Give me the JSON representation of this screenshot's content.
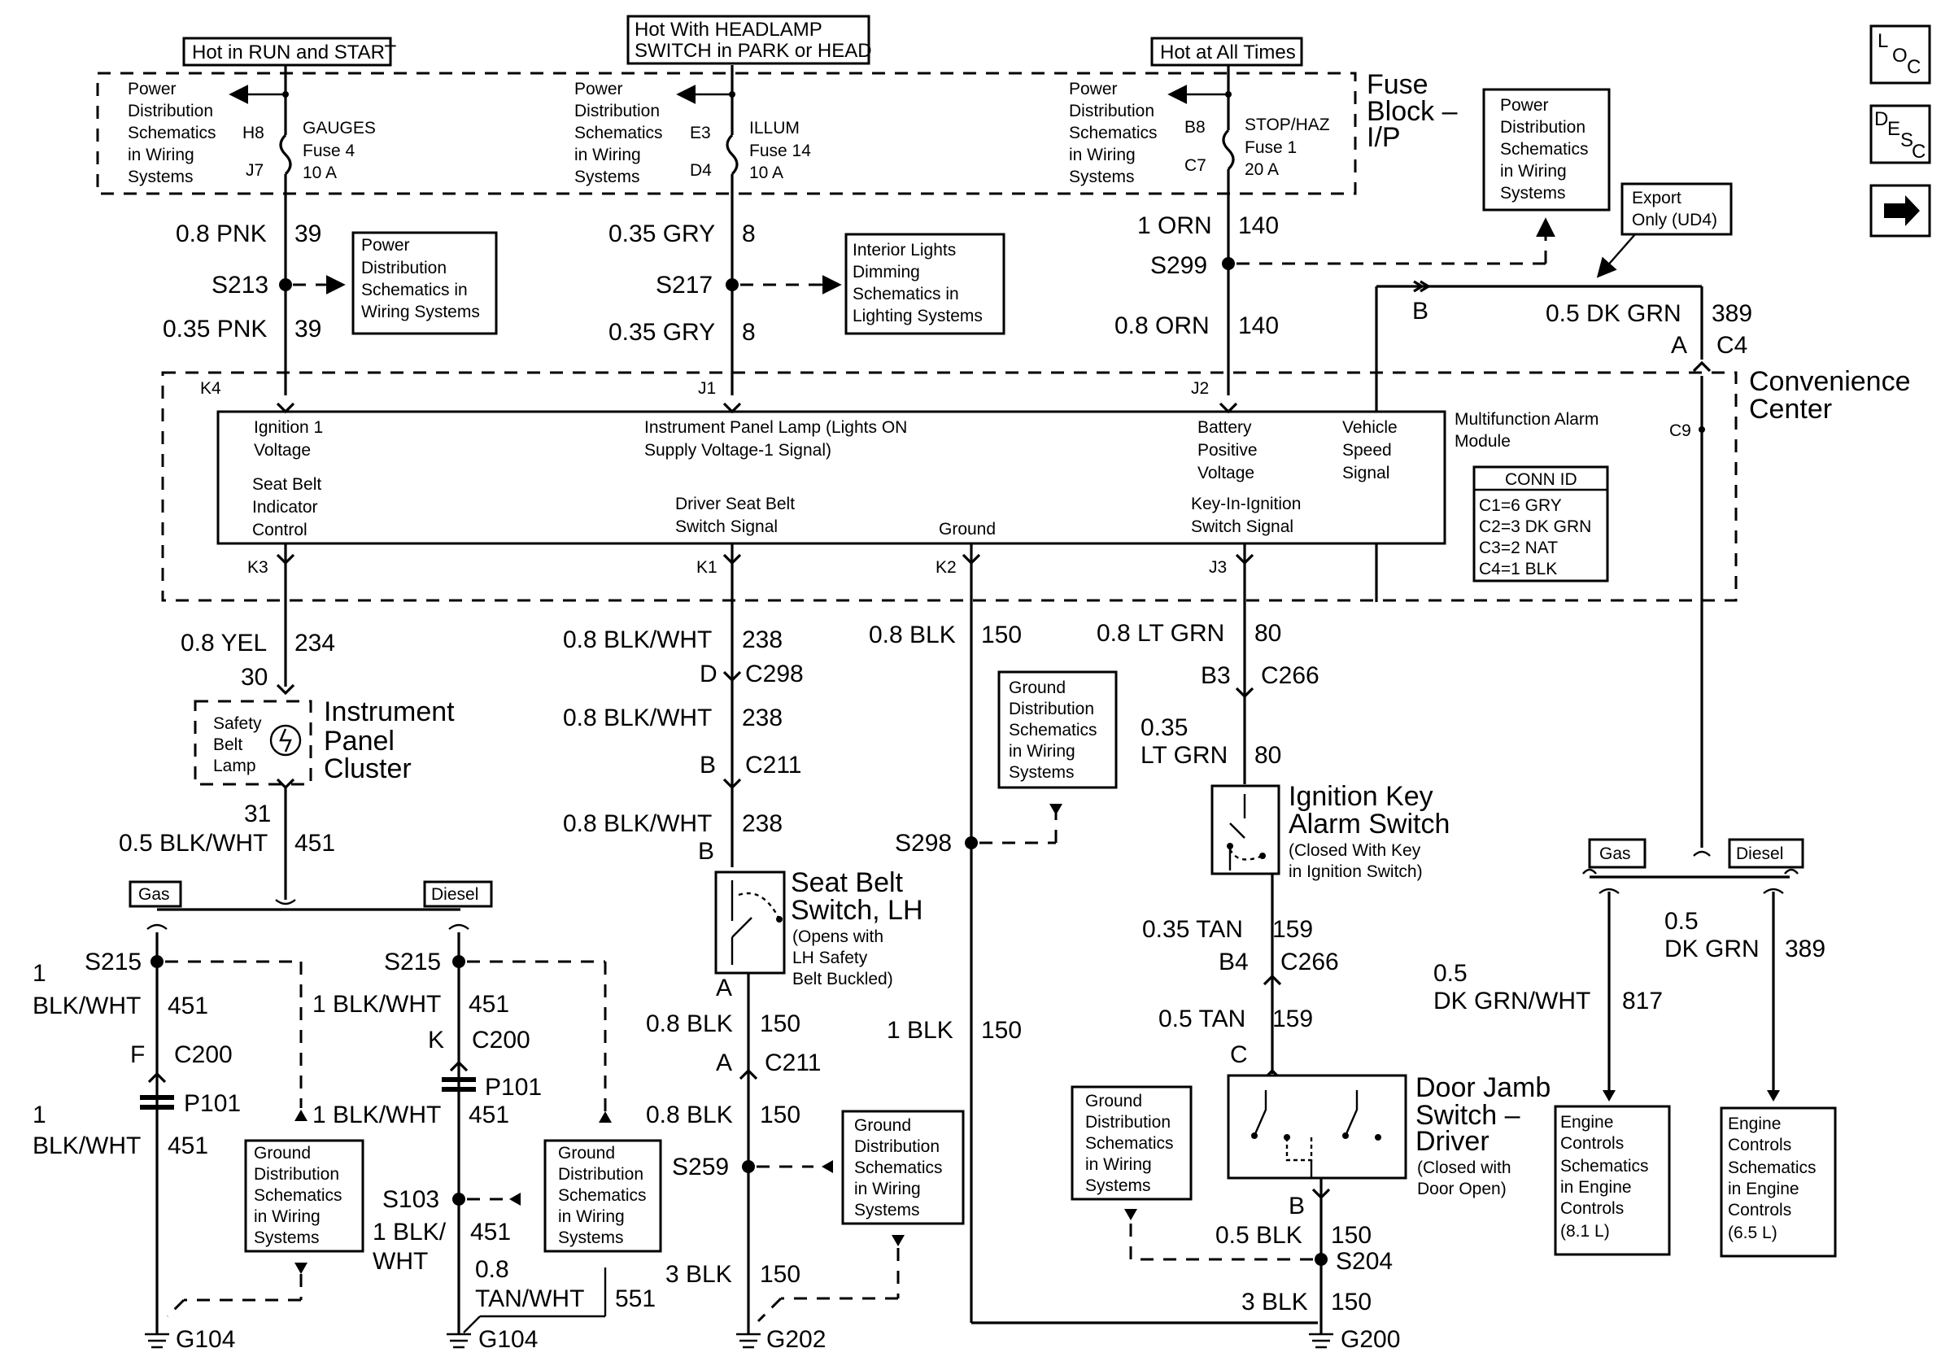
{
  "hot_labels": {
    "run_start": "Hot in RUN and START",
    "headlamp_1": "Hot With HEADLAMP",
    "headlamp_2": "SWITCH in PARK or HEAD",
    "all_times": "Hot at All Times"
  },
  "fuse_block": {
    "line1": "Fuse",
    "line2": "Block –",
    "line3": "I/P"
  },
  "power_dist_ref": [
    "Power",
    "Distribution",
    "Schematics",
    "in Wiring",
    "Systems"
  ],
  "fuses": [
    {
      "top_pin": "H8",
      "bottom_pin": "J7",
      "name": "GAUGES",
      "fuse": "Fuse 4",
      "rating": "10 A"
    },
    {
      "top_pin": "E3",
      "bottom_pin": "D4",
      "name": "ILLUM",
      "fuse": "Fuse 14",
      "rating": "10 A"
    },
    {
      "top_pin": "B8",
      "bottom_pin": "C7",
      "name": "STOP/HAZ",
      "fuse": "Fuse 1",
      "rating": "20 A"
    }
  ],
  "right_power_ref": [
    "Power",
    "Distribution",
    "Schematics",
    "in Wiring",
    "Systems"
  ],
  "export_only": [
    "Export",
    "Only (UD4)"
  ],
  "nav_icons": {
    "loc": [
      "L",
      "O",
      "C"
    ],
    "desc": [
      "D",
      "E",
      "S",
      "C"
    ]
  },
  "upper_wires": {
    "a_top": "0.8 PNK",
    "a_top_c": "39",
    "a_splice": "S213",
    "a_bot": "0.35 PNK",
    "a_bot_c": "39",
    "b_top": "0.35 GRY",
    "b_top_c": "8",
    "b_splice": "S217",
    "b_bot": "0.35 GRY",
    "b_bot_c": "8",
    "c_top": "1 ORN",
    "c_top_c": "140",
    "c_splice": "S299",
    "c_bot": "0.8 ORN",
    "c_bot_c": "140",
    "d_wire": "0.5 DK GRN",
    "d_circ": "389",
    "d_pin_b": "B",
    "d_pin_a": "A",
    "d_conn": "C4"
  },
  "pd_small": [
    "Power",
    "Distribution",
    "Schematics in",
    "Wiring Systems"
  ],
  "dimming_ref": [
    "Interior Lights",
    "Dimming",
    "Schematics in",
    "Lighting Systems"
  ],
  "module": {
    "pins_top": [
      "K4",
      "J1",
      "J2"
    ],
    "pins_bottom": [
      "K3",
      "K1",
      "K2",
      "J3"
    ],
    "c9": "C9",
    "name": [
      "Multifunction Alarm",
      "Module"
    ],
    "center": [
      "Convenience",
      "Center"
    ],
    "ign_voltage": [
      "Ignition 1",
      "Voltage"
    ],
    "ip_lamp": [
      "Instrument Panel Lamp (Lights ON",
      "Supply Voltage-1          Signal)"
    ],
    "battery": [
      "Battery",
      "Positive",
      "Voltage"
    ],
    "vss": [
      "Vehicle",
      "Speed",
      "Signal"
    ],
    "seat_belt_ind": [
      "Seat Belt",
      "Indicator",
      "Control"
    ],
    "driver_belt": [
      "Driver Seat Belt",
      "Switch Signal"
    ],
    "ground": "Ground",
    "key_in": [
      "Key-In-Ignition",
      "Switch Signal"
    ],
    "conn_id_title": "CONN ID",
    "conn_ids": [
      "C1=6 GRY",
      "C2=3 DK GRN",
      "C3=2 NAT",
      "C4=1 BLK"
    ]
  },
  "col_k3": {
    "wire": "0.8 YEL",
    "circ": "234",
    "pin_top": "30",
    "lamp": [
      "Safety",
      "Belt",
      "Lamp"
    ],
    "cluster": [
      "Instrument",
      "Panel",
      "Cluster"
    ],
    "pin_bot": "31",
    "wire2": "0.5 BLK/WHT",
    "circ2": "451",
    "gas": "Gas",
    "diesel": "Diesel"
  },
  "gas_branch": {
    "splice": "S215",
    "wire": [
      "1",
      "BLK/WHT"
    ],
    "circ": "451",
    "pin": "F",
    "conn": "C200",
    "p101": "P101",
    "wire2": [
      "1",
      "BLK/WHT"
    ],
    "circ2": "451",
    "ground": "G104"
  },
  "diesel_branch": {
    "splice": "S215",
    "wire": "1 BLK/WHT",
    "circ": "451",
    "pin": "K",
    "conn": "C200",
    "p101": "P101",
    "wire2": "1 BLK/WHT",
    "circ2": "451",
    "splice2": "S103",
    "wire3": [
      "1 BLK/",
      "WHT"
    ],
    "circ3": "451",
    "wire4": [
      "0.8",
      "TAN/WHT"
    ],
    "circ4": "551",
    "ground": "G104"
  },
  "ground_ref": [
    "Ground",
    "Distribution",
    "Schematics",
    "in Wiring",
    "Systems"
  ],
  "col_k1": {
    "wire1": "0.8 BLK/WHT",
    "circ1": "238",
    "pin1": "D",
    "conn1": "C298",
    "wire2": "0.8 BLK/WHT",
    "circ2": "238",
    "pin2": "B",
    "conn2": "C211",
    "wire3": "0.8 BLK/WHT",
    "circ3": "238",
    "pin3": "B",
    "switch": [
      "Seat Belt",
      "Switch, LH"
    ],
    "switch_note": [
      "(Opens with",
      "LH Safety",
      "Belt Buckled)"
    ],
    "pin4": "A",
    "wire4": "0.8 BLK",
    "circ4": "150",
    "pin5": "A",
    "conn5": "C211",
    "wire5": "0.8 BLK",
    "circ5": "150",
    "splice": "S259",
    "wire6": "3 BLK",
    "circ6": "150",
    "ground": "G202"
  },
  "col_k2": {
    "wire1": "0.8 BLK",
    "circ1": "150",
    "splice": "S298",
    "wire2": "1 BLK",
    "circ2": "150"
  },
  "col_j3": {
    "wire1": "0.8 LT GRN",
    "circ1": "80",
    "pin1": "B3",
    "conn1": "C266",
    "wire2": [
      "0.35",
      "LT GRN"
    ],
    "circ2": "80",
    "switch": [
      "Ignition Key",
      "Alarm Switch"
    ],
    "switch_note": [
      "(Closed With Key",
      "in Ignition Switch)"
    ],
    "wire3": "0.35 TAN",
    "circ3": "159",
    "pin3": "B4",
    "conn3": "C266",
    "wire4": "0.5 TAN",
    "circ4": "159",
    "pin4": "C",
    "door": [
      "Door Jamb",
      "Switch –",
      "Driver"
    ],
    "door_note": [
      "(Closed with",
      "Door Open)"
    ],
    "pin5": "B",
    "wire5": "0.5 BLK",
    "circ5": "150",
    "splice": "S204",
    "wire6": "3 BLK",
    "circ6": "150",
    "ground": "G200"
  },
  "right_branch": {
    "gas": "Gas",
    "diesel": "Diesel",
    "gas_wire": [
      "0.5",
      "DK GRN/WHT"
    ],
    "gas_circ": "817",
    "diesel_wire": [
      "0.5",
      "DK GRN"
    ],
    "diesel_circ": "389",
    "engine_gas": [
      "Engine",
      "Controls",
      "Schematics",
      "in Engine",
      "Controls",
      "(8.1 L)"
    ],
    "engine_diesel": [
      "Engine",
      "Controls",
      "Schematics",
      "in Engine",
      "Controls",
      "(6.5 L)"
    ]
  }
}
